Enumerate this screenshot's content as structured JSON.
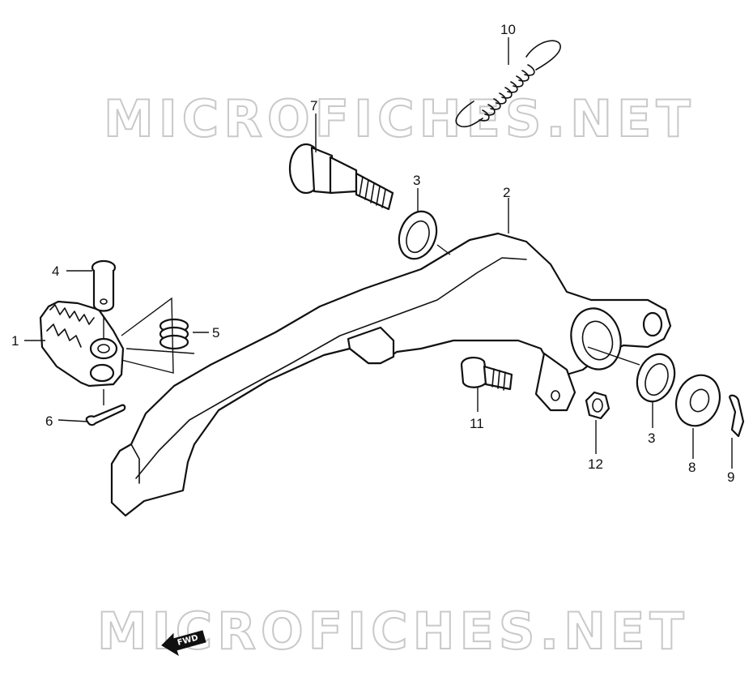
{
  "watermark": {
    "text": "MICROFICHES.NET"
  },
  "direction_marker": {
    "label": "FWD"
  },
  "callouts": [
    {
      "id": "c1",
      "label": "1"
    },
    {
      "id": "c2",
      "label": "2"
    },
    {
      "id": "c3a",
      "label": "3"
    },
    {
      "id": "c3b",
      "label": "3"
    },
    {
      "id": "c4",
      "label": "4"
    },
    {
      "id": "c5",
      "label": "5"
    },
    {
      "id": "c6",
      "label": "6"
    },
    {
      "id": "c7",
      "label": "7"
    },
    {
      "id": "c8",
      "label": "8"
    },
    {
      "id": "c9",
      "label": "9"
    },
    {
      "id": "c10",
      "label": "10"
    },
    {
      "id": "c11",
      "label": "11"
    },
    {
      "id": "c12",
      "label": "12"
    }
  ]
}
